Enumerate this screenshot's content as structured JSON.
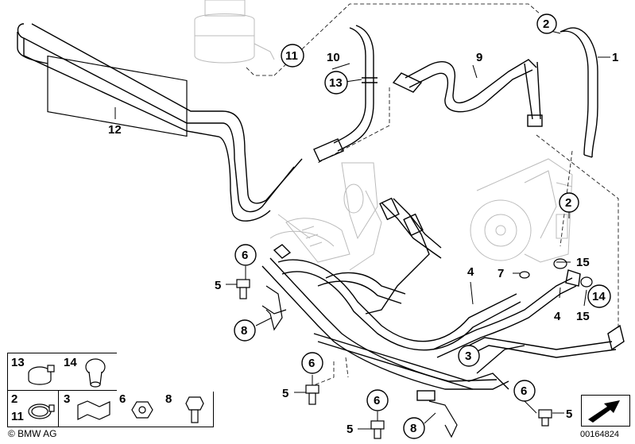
{
  "callouts": {
    "c1": "1",
    "c2a": "2",
    "c2b": "2",
    "c3": "3",
    "c4a": "4",
    "c4b": "4",
    "c5a": "5",
    "c5b": "5",
    "c5c": "5",
    "c5d": "5",
    "c6a": "6",
    "c6b": "6",
    "c6c": "6",
    "c6d": "6",
    "c7": "7",
    "c8a": "8",
    "c8b": "8",
    "c9": "9",
    "c10": "10",
    "c11": "11",
    "c12": "12",
    "c13": "13",
    "c14": "14",
    "c15a": "15",
    "c15b": "15"
  },
  "legend": {
    "n13": "13",
    "n14": "14",
    "n2": "2",
    "n11": "11",
    "n3": "3",
    "n6": "6",
    "n8": "8"
  },
  "footer": {
    "brand": "© BMW AG",
    "code": "00164824"
  }
}
